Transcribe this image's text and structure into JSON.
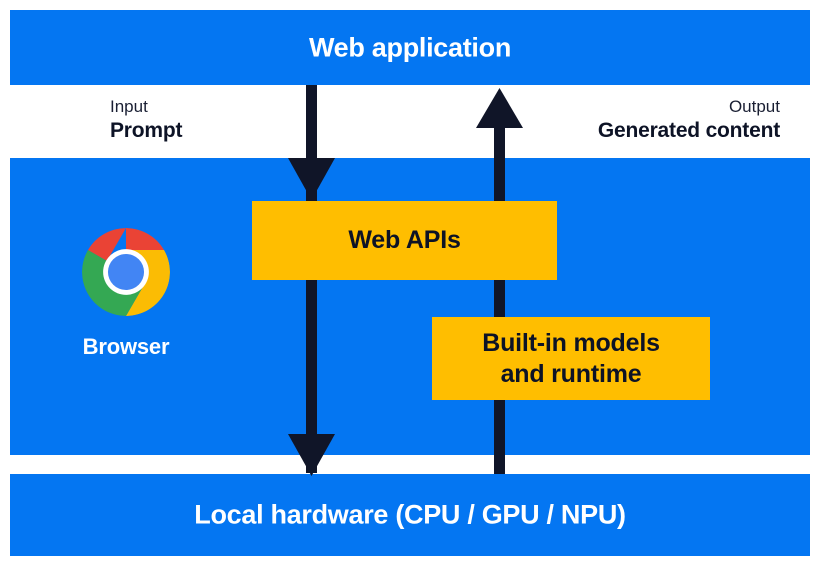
{
  "diagram": {
    "title_top": "Web application",
    "title_bottom": "Local hardware (CPU / GPU / NPU)",
    "flows": {
      "input": {
        "kind": "Input",
        "value": "Prompt"
      },
      "output": {
        "kind": "Output",
        "value": "Generated content"
      }
    },
    "browser": {
      "caption": "Browser",
      "icon": "chrome-logo-icon"
    },
    "boxes": {
      "web_apis": "Web APIs",
      "builtin_models_line1": "Built-in models",
      "builtin_models_line2": "and runtime"
    },
    "arrows": {
      "down_arrow": "input-flow-down-arrow",
      "up_arrow": "output-flow-up-arrow"
    },
    "colors": {
      "blue": "#0476f2",
      "yellow": "#ffbe00",
      "dark": "#0d1326",
      "white": "#ffffff",
      "chrome_red": "#ea4335",
      "chrome_green": "#34a853",
      "chrome_yellow": "#fbbc04",
      "chrome_blue": "#4285f4"
    }
  }
}
